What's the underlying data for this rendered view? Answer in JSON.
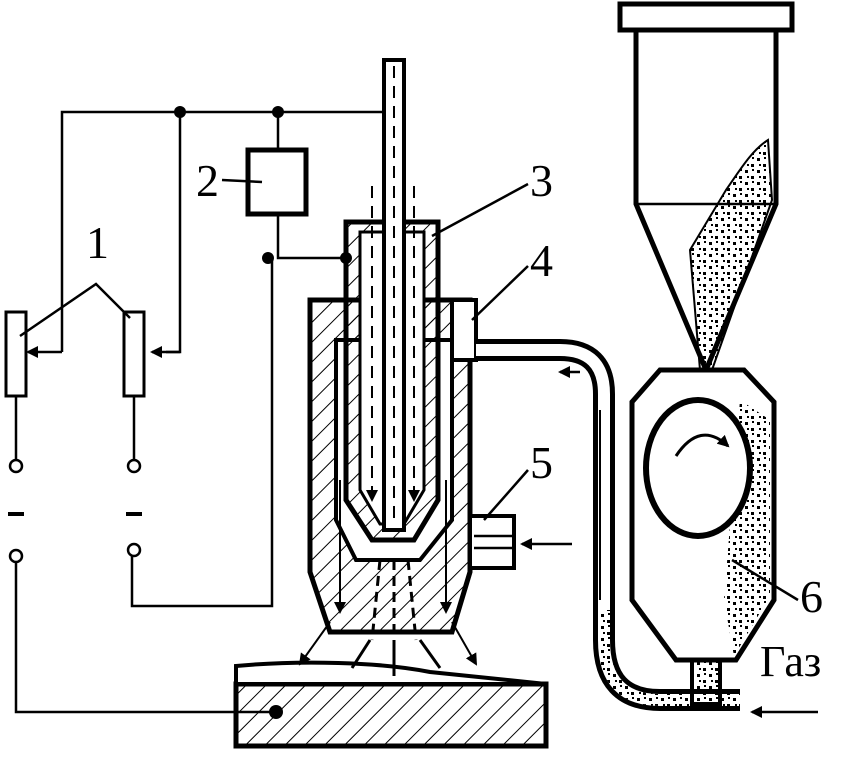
{
  "labels": {
    "l1": "1",
    "l2": "2",
    "l3": "3",
    "l4": "4",
    "l5": "5",
    "l6": "6",
    "gas": "Газ"
  },
  "colors": {
    "ink": "#000000",
    "paper": "#ffffff"
  }
}
